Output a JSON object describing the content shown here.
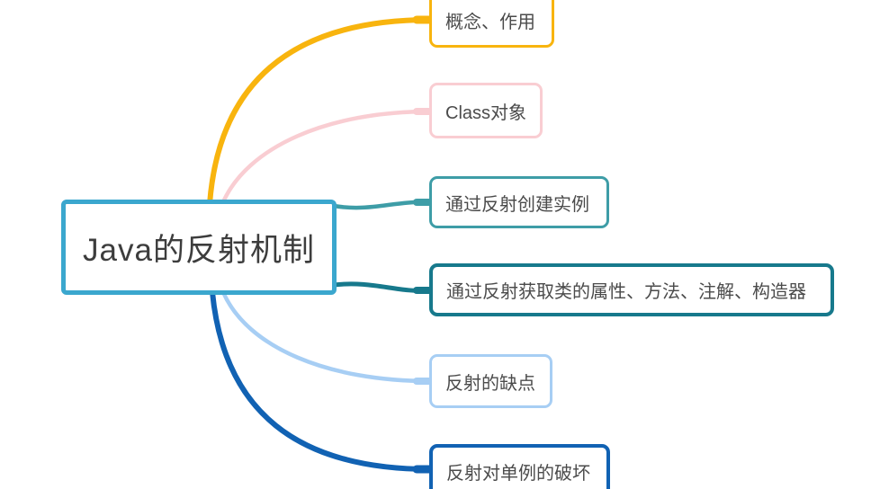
{
  "mindmap": {
    "background": "#FFFFFF",
    "text_color": "#4B4B4B",
    "root": {
      "label": "Java的反射机制",
      "color": "#3BA7CE"
    },
    "branches": [
      {
        "label": "概念、作用",
        "color": "#F8B40E"
      },
      {
        "label": "Class对象",
        "color": "#F9CDD2"
      },
      {
        "label": "通过反射创建实例",
        "color": "#3E9DA7"
      },
      {
        "label": "通过反射获取类的属性、方法、注解、构造器",
        "color": "#17798C"
      },
      {
        "label": "反射的缺点",
        "color": "#A7CEF4"
      },
      {
        "label": "反射对单例的破坏",
        "color": "#1162B3"
      }
    ]
  }
}
